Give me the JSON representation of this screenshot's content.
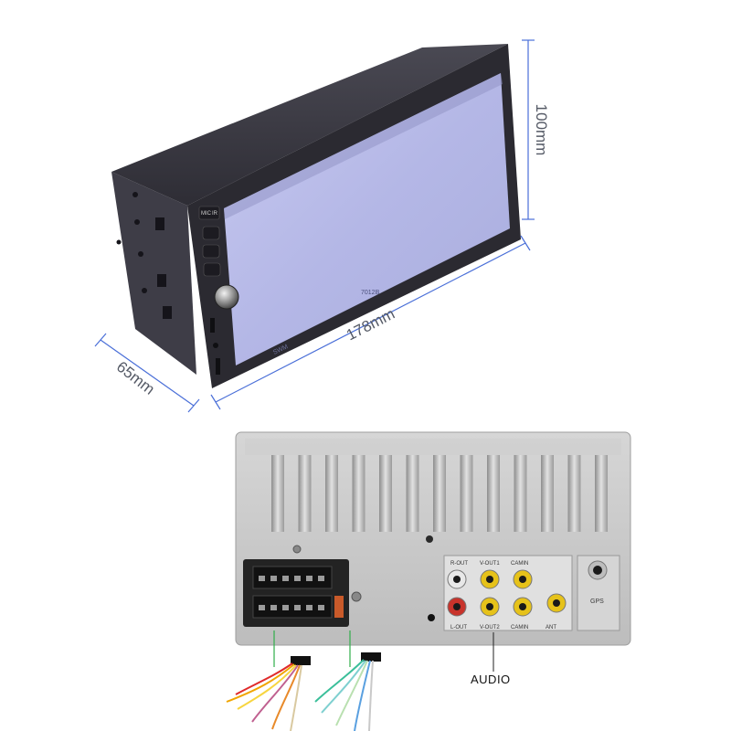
{
  "dimensions": {
    "height": "100mm",
    "width": "178mm",
    "depth": "65mm"
  },
  "front_unit": {
    "model_label": "7012B",
    "brand_label": "SWM",
    "button_labels": [
      "MIC",
      "IR"
    ]
  },
  "rear_panel": {
    "jack_labels_top": [
      "R-OUT",
      "V-OUT1",
      "CAMIN"
    ],
    "jack_labels_bottom": [
      "L-OUT",
      "V-OUT2",
      "CAMIN",
      "ANT"
    ],
    "gps_label": "GPS"
  },
  "callout": {
    "audio_label": "AUDIO"
  },
  "colors": {
    "dimension_line": "#4a6fd8",
    "housing": "#3b3a44",
    "screen": "#b5b8e8",
    "rear_panel": "#c9c9c9",
    "rca_yellow": "#e6c21a",
    "rca_red": "#c8332b",
    "rca_white": "#e8e8e8"
  }
}
